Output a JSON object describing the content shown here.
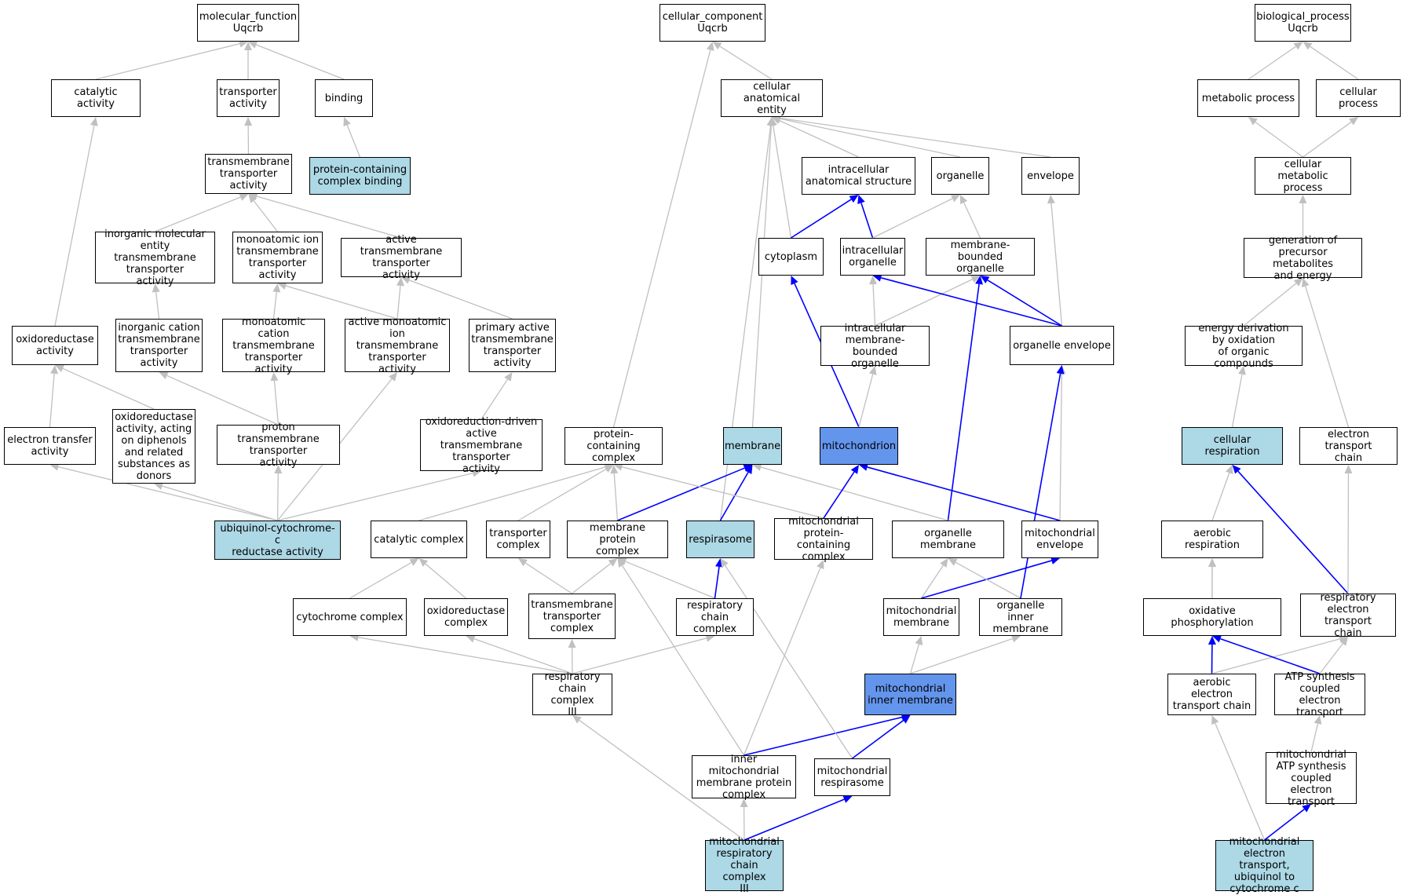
{
  "colors": {
    "edge_gray": "#c0c0c0",
    "edge_blue": "#0000ff",
    "node_light": "#add8e6",
    "node_blue": "#6495ed"
  },
  "nodes": {
    "mf_root": {
      "label": "molecular_function\nUqcrb",
      "style": "plain"
    },
    "cc_root": {
      "label": "cellular_component\nUqcrb",
      "style": "plain"
    },
    "bp_root": {
      "label": "biological_process\nUqcrb",
      "style": "plain"
    },
    "catalytic_activity": {
      "label": "catalytic activity",
      "style": "plain"
    },
    "transporter_activity": {
      "label": "transporter\nactivity",
      "style": "plain"
    },
    "binding": {
      "label": "binding",
      "style": "plain"
    },
    "cellular_anatomical_entity": {
      "label": "cellular anatomical\nentity",
      "style": "plain"
    },
    "metabolic_process": {
      "label": "metabolic process",
      "style": "plain"
    },
    "cellular_process": {
      "label": "cellular process",
      "style": "plain"
    },
    "transmembrane_transporter_activity": {
      "label": "transmembrane\ntransporter\nactivity",
      "style": "plain"
    },
    "protein_containing_complex_binding": {
      "label": "protein-containing\ncomplex binding",
      "style": "light"
    },
    "intracellular_anatomical_structure": {
      "label": "intracellular\nanatomical structure",
      "style": "plain"
    },
    "organelle": {
      "label": "organelle",
      "style": "plain"
    },
    "envelope": {
      "label": "envelope",
      "style": "plain"
    },
    "cellular_metabolic_process": {
      "label": "cellular metabolic\nprocess",
      "style": "plain"
    },
    "inorganic_molecular_entity_tta": {
      "label": "inorganic molecular\nentity transmembrane\ntransporter\nactivity",
      "style": "plain"
    },
    "monoatomic_ion_tta": {
      "label": "monoatomic ion\ntransmembrane\ntransporter\nactivity",
      "style": "plain"
    },
    "active_tta": {
      "label": "active transmembrane\ntransporter\nactivity",
      "style": "plain"
    },
    "cytoplasm": {
      "label": "cytoplasm",
      "style": "plain"
    },
    "intracellular_organelle": {
      "label": "intracellular\norganelle",
      "style": "plain"
    },
    "membrane_bounded_organelle": {
      "label": "membrane-bounded\norganelle",
      "style": "plain"
    },
    "generation_of_precursor_metabolites": {
      "label": "generation of\nprecursor metabolites\nand energy",
      "style": "plain"
    },
    "oxidoreductase_activity": {
      "label": "oxidoreductase\nactivity",
      "style": "plain"
    },
    "inorganic_cation_tta": {
      "label": "inorganic cation\ntransmembrane\ntransporter\nactivity",
      "style": "plain"
    },
    "monoatomic_cation_tta": {
      "label": "monoatomic cation\ntransmembrane\ntransporter\nactivity",
      "style": "plain"
    },
    "active_monoatomic_ion_tta": {
      "label": "active monoatomic\nion transmembrane\ntransporter\nactivity",
      "style": "plain"
    },
    "primary_active_tta": {
      "label": "primary active\ntransmembrane\ntransporter\nactivity",
      "style": "plain"
    },
    "intracellular_membrane_bounded_organelle": {
      "label": "intracellular\nmembrane-bounded\norganelle",
      "style": "plain"
    },
    "organelle_envelope": {
      "label": "organelle envelope",
      "style": "plain"
    },
    "energy_derivation_by_oxidation": {
      "label": "energy derivation\nby oxidation\nof organic compounds",
      "style": "plain"
    },
    "electron_transfer_activity": {
      "label": "electron transfer\nactivity",
      "style": "plain"
    },
    "oxidoreductase_activity_diphenols": {
      "label": "oxidoreductase\nactivity, acting\non diphenols\nand related\nsubstances as\ndonors",
      "style": "plain"
    },
    "proton_tta": {
      "label": "proton transmembrane\ntransporter\nactivity",
      "style": "plain"
    },
    "oxidoreduction_driven_active_tta": {
      "label": "oxidoreduction-driven\nactive transmembrane\ntransporter\nactivity",
      "style": "plain"
    },
    "protein_containing_complex": {
      "label": "protein-containing\ncomplex",
      "style": "plain"
    },
    "membrane": {
      "label": "membrane",
      "style": "light"
    },
    "mitochondrion": {
      "label": "mitochondrion",
      "style": "blue"
    },
    "cellular_respiration": {
      "label": "cellular respiration",
      "style": "light"
    },
    "electron_transport_chain": {
      "label": "electron transport\nchain",
      "style": "plain"
    },
    "ubiquinol_cytochrome_c_reductase_activity": {
      "label": "ubiquinol-cytochrome-c\nreductase activity",
      "style": "light"
    },
    "catalytic_complex": {
      "label": "catalytic complex",
      "style": "plain"
    },
    "transporter_complex": {
      "label": "transporter\ncomplex",
      "style": "plain"
    },
    "membrane_protein_complex": {
      "label": "membrane protein\ncomplex",
      "style": "plain"
    },
    "respirasome": {
      "label": "respirasome",
      "style": "light"
    },
    "mitochondrial_protein_containing_complex": {
      "label": "mitochondrial\nprotein-containing\ncomplex",
      "style": "plain"
    },
    "organelle_membrane": {
      "label": "organelle membrane",
      "style": "plain"
    },
    "mitochondrial_envelope": {
      "label": "mitochondrial\nenvelope",
      "style": "plain"
    },
    "aerobic_respiration": {
      "label": "aerobic respiration",
      "style": "plain"
    },
    "cytochrome_complex": {
      "label": "cytochrome complex",
      "style": "plain"
    },
    "oxidoreductase_complex": {
      "label": "oxidoreductase\ncomplex",
      "style": "plain"
    },
    "transmembrane_transporter_complex": {
      "label": "transmembrane\ntransporter\ncomplex",
      "style": "plain"
    },
    "respiratory_chain_complex": {
      "label": "respiratory\nchain complex",
      "style": "plain"
    },
    "mitochondrial_membrane": {
      "label": "mitochondrial\nmembrane",
      "style": "plain"
    },
    "organelle_inner_membrane": {
      "label": "organelle inner\nmembrane",
      "style": "plain"
    },
    "oxidative_phosphorylation": {
      "label": "oxidative phosphorylation",
      "style": "plain"
    },
    "respiratory_electron_transport_chain": {
      "label": "respiratory\nelectron transport\nchain",
      "style": "plain"
    },
    "respiratory_chain_complex_iii": {
      "label": "respiratory\nchain complex\nIII",
      "style": "plain"
    },
    "mitochondrial_inner_membrane": {
      "label": "mitochondrial\ninner membrane",
      "style": "blue"
    },
    "aerobic_electron_transport_chain": {
      "label": "aerobic electron\ntransport chain",
      "style": "plain"
    },
    "atp_synthesis_coupled_electron_transport": {
      "label": "ATP synthesis\ncoupled electron\ntransport",
      "style": "plain"
    },
    "inner_mitochondrial_membrane_protein_complex": {
      "label": "inner mitochondrial\nmembrane protein\ncomplex",
      "style": "plain"
    },
    "mitochondrial_respirasome": {
      "label": "mitochondrial\nrespirasome",
      "style": "plain"
    },
    "mitochondrial_atp_synthesis_coupled_et": {
      "label": "mitochondrial\nATP synthesis\ncoupled electron\ntransport",
      "style": "plain"
    },
    "mitochondrial_respiratory_chain_complex_iii": {
      "label": "mitochondrial\nrespiratory\nchain complex\nIII",
      "style": "light"
    },
    "mitochondrial_electron_transport_ubiquinol": {
      "label": "mitochondrial\nelectron transport,\nubiquinol to\ncytochrome c",
      "style": "light"
    }
  },
  "edges": [
    {
      "from": "catalytic_activity",
      "to": "mf_root",
      "color": "gray"
    },
    {
      "from": "transporter_activity",
      "to": "mf_root",
      "color": "gray"
    },
    {
      "from": "binding",
      "to": "mf_root",
      "color": "gray"
    },
    {
      "from": "transmembrane_transporter_activity",
      "to": "transporter_activity",
      "color": "gray"
    },
    {
      "from": "protein_containing_complex_binding",
      "to": "binding",
      "color": "gray"
    },
    {
      "from": "inorganic_molecular_entity_tta",
      "to": "transmembrane_transporter_activity",
      "color": "gray"
    },
    {
      "from": "monoatomic_ion_tta",
      "to": "transmembrane_transporter_activity",
      "color": "gray"
    },
    {
      "from": "active_tta",
      "to": "transmembrane_transporter_activity",
      "color": "gray"
    },
    {
      "from": "inorganic_cation_tta",
      "to": "inorganic_molecular_entity_tta",
      "color": "gray"
    },
    {
      "from": "monoatomic_cation_tta",
      "to": "monoatomic_ion_tta",
      "color": "gray"
    },
    {
      "from": "active_monoatomic_ion_tta",
      "to": "monoatomic_ion_tta",
      "color": "gray"
    },
    {
      "from": "active_monoatomic_ion_tta",
      "to": "active_tta",
      "color": "gray"
    },
    {
      "from": "primary_active_tta",
      "to": "active_tta",
      "color": "gray"
    },
    {
      "from": "oxidoreductase_activity",
      "to": "catalytic_activity",
      "color": "gray"
    },
    {
      "from": "electron_transfer_activity",
      "to": "oxidoreductase_activity",
      "color": "gray"
    },
    {
      "from": "oxidoreductase_activity_diphenols",
      "to": "oxidoreductase_activity",
      "color": "gray"
    },
    {
      "from": "proton_tta",
      "to": "inorganic_cation_tta",
      "color": "gray"
    },
    {
      "from": "proton_tta",
      "to": "monoatomic_cation_tta",
      "color": "gray"
    },
    {
      "from": "oxidoreduction_driven_active_tta",
      "to": "primary_active_tta",
      "color": "gray"
    },
    {
      "from": "ubiquinol_cytochrome_c_reductase_activity",
      "to": "electron_transfer_activity",
      "color": "gray"
    },
    {
      "from": "ubiquinol_cytochrome_c_reductase_activity",
      "to": "oxidoreductase_activity_diphenols",
      "color": "gray"
    },
    {
      "from": "ubiquinol_cytochrome_c_reductase_activity",
      "to": "proton_tta",
      "color": "gray"
    },
    {
      "from": "ubiquinol_cytochrome_c_reductase_activity",
      "to": "active_monoatomic_ion_tta",
      "color": "gray"
    },
    {
      "from": "ubiquinol_cytochrome_c_reductase_activity",
      "to": "oxidoreduction_driven_active_tta",
      "color": "gray"
    },
    {
      "from": "cellular_anatomical_entity",
      "to": "cc_root",
      "color": "gray"
    },
    {
      "from": "protein_containing_complex",
      "to": "cc_root",
      "color": "gray"
    },
    {
      "from": "intracellular_anatomical_structure",
      "to": "cellular_anatomical_entity",
      "color": "gray"
    },
    {
      "from": "organelle",
      "to": "cellular_anatomical_entity",
      "color": "gray"
    },
    {
      "from": "envelope",
      "to": "cellular_anatomical_entity",
      "color": "gray"
    },
    {
      "from": "cytoplasm",
      "to": "cellular_anatomical_entity",
      "color": "gray"
    },
    {
      "from": "membrane",
      "to": "cellular_anatomical_entity",
      "color": "gray"
    },
    {
      "from": "respirasome",
      "to": "cellular_anatomical_entity",
      "color": "gray"
    },
    {
      "from": "cytoplasm",
      "to": "intracellular_anatomical_structure",
      "color": "blue"
    },
    {
      "from": "intracellular_organelle",
      "to": "intracellular_anatomical_structure",
      "color": "blue"
    },
    {
      "from": "intracellular_organelle",
      "to": "organelle",
      "color": "gray"
    },
    {
      "from": "membrane_bounded_organelle",
      "to": "organelle",
      "color": "gray"
    },
    {
      "from": "intracellular_membrane_bounded_organelle",
      "to": "intracellular_organelle",
      "color": "gray"
    },
    {
      "from": "intracellular_membrane_bounded_organelle",
      "to": "membrane_bounded_organelle",
      "color": "gray"
    },
    {
      "from": "organelle_envelope",
      "to": "envelope",
      "color": "gray"
    },
    {
      "from": "organelle_envelope",
      "to": "intracellular_organelle",
      "color": "blue"
    },
    {
      "from": "organelle_envelope",
      "to": "membrane_bounded_organelle",
      "color": "blue"
    },
    {
      "from": "mitochondrion",
      "to": "cytoplasm",
      "color": "blue"
    },
    {
      "from": "mitochondrion",
      "to": "intracellular_membrane_bounded_organelle",
      "color": "gray"
    },
    {
      "from": "organelle_membrane",
      "to": "membrane_bounded_organelle",
      "color": "blue"
    },
    {
      "from": "organelle_membrane",
      "to": "membrane",
      "color": "gray"
    },
    {
      "from": "mitochondrial_envelope",
      "to": "organelle_envelope",
      "color": "gray"
    },
    {
      "from": "mitochondrial_envelope",
      "to": "mitochondrion",
      "color": "blue"
    },
    {
      "from": "catalytic_complex",
      "to": "protein_containing_complex",
      "color": "gray"
    },
    {
      "from": "transporter_complex",
      "to": "protein_containing_complex",
      "color": "gray"
    },
    {
      "from": "membrane_protein_complex",
      "to": "protein_containing_complex",
      "color": "gray"
    },
    {
      "from": "membrane_protein_complex",
      "to": "membrane",
      "color": "blue"
    },
    {
      "from": "respirasome",
      "to": "membrane",
      "color": "blue"
    },
    {
      "from": "mitochondrial_protein_containing_complex",
      "to": "protein_containing_complex",
      "color": "gray"
    },
    {
      "from": "mitochondrial_protein_containing_complex",
      "to": "mitochondrion",
      "color": "blue"
    },
    {
      "from": "cytochrome_complex",
      "to": "catalytic_complex",
      "color": "gray"
    },
    {
      "from": "oxidoreductase_complex",
      "to": "catalytic_complex",
      "color": "gray"
    },
    {
      "from": "transmembrane_transporter_complex",
      "to": "transporter_complex",
      "color": "gray"
    },
    {
      "from": "transmembrane_transporter_complex",
      "to": "membrane_protein_complex",
      "color": "gray"
    },
    {
      "from": "respiratory_chain_complex",
      "to": "membrane_protein_complex",
      "color": "gray"
    },
    {
      "from": "respiratory_chain_complex",
      "to": "respirasome",
      "color": "blue"
    },
    {
      "from": "mitochondrial_membrane",
      "to": "organelle_membrane",
      "color": "gray"
    },
    {
      "from": "mitochondrial_membrane",
      "to": "mitochondrial_envelope",
      "color": "blue"
    },
    {
      "from": "organelle_inner_membrane",
      "to": "organelle_membrane",
      "color": "gray"
    },
    {
      "from": "organelle_inner_membrane",
      "to": "organelle_envelope",
      "color": "blue"
    },
    {
      "from": "respiratory_chain_complex_iii",
      "to": "cytochrome_complex",
      "color": "gray"
    },
    {
      "from": "respiratory_chain_complex_iii",
      "to": "oxidoreductase_complex",
      "color": "gray"
    },
    {
      "from": "respiratory_chain_complex_iii",
      "to": "transmembrane_transporter_complex",
      "color": "gray"
    },
    {
      "from": "respiratory_chain_complex_iii",
      "to": "respiratory_chain_complex",
      "color": "gray"
    },
    {
      "from": "mitochondrial_inner_membrane",
      "to": "mitochondrial_membrane",
      "color": "gray"
    },
    {
      "from": "mitochondrial_inner_membrane",
      "to": "organelle_inner_membrane",
      "color": "gray"
    },
    {
      "from": "inner_mitochondrial_membrane_protein_complex",
      "to": "membrane_protein_complex",
      "color": "gray"
    },
    {
      "from": "inner_mitochondrial_membrane_protein_complex",
      "to": "mitochondrial_protein_containing_complex",
      "color": "gray"
    },
    {
      "from": "inner_mitochondrial_membrane_protein_complex",
      "to": "mitochondrial_inner_membrane",
      "color": "blue"
    },
    {
      "from": "mitochondrial_respirasome",
      "to": "respirasome",
      "color": "gray"
    },
    {
      "from": "mitochondrial_respirasome",
      "to": "mitochondrial_inner_membrane",
      "color": "blue"
    },
    {
      "from": "mitochondrial_respiratory_chain_complex_iii",
      "to": "respiratory_chain_complex_iii",
      "color": "gray"
    },
    {
      "from": "mitochondrial_respiratory_chain_complex_iii",
      "to": "inner_mitochondrial_membrane_protein_complex",
      "color": "gray"
    },
    {
      "from": "mitochondrial_respiratory_chain_complex_iii",
      "to": "mitochondrial_respirasome",
      "color": "blue"
    },
    {
      "from": "metabolic_process",
      "to": "bp_root",
      "color": "gray"
    },
    {
      "from": "cellular_process",
      "to": "bp_root",
      "color": "gray"
    },
    {
      "from": "cellular_metabolic_process",
      "to": "metabolic_process",
      "color": "gray"
    },
    {
      "from": "cellular_metabolic_process",
      "to": "cellular_process",
      "color": "gray"
    },
    {
      "from": "generation_of_precursor_metabolites",
      "to": "cellular_metabolic_process",
      "color": "gray"
    },
    {
      "from": "energy_derivation_by_oxidation",
      "to": "generation_of_precursor_metabolites",
      "color": "gray"
    },
    {
      "from": "electron_transport_chain",
      "to": "generation_of_precursor_metabolites",
      "color": "gray"
    },
    {
      "from": "cellular_respiration",
      "to": "energy_derivation_by_oxidation",
      "color": "gray"
    },
    {
      "from": "aerobic_respiration",
      "to": "cellular_respiration",
      "color": "gray"
    },
    {
      "from": "respiratory_electron_transport_chain",
      "to": "cellular_respiration",
      "color": "blue"
    },
    {
      "from": "respiratory_electron_transport_chain",
      "to": "electron_transport_chain",
      "color": "gray"
    },
    {
      "from": "oxidative_phosphorylation",
      "to": "aerobic_respiration",
      "color": "gray"
    },
    {
      "from": "aerobic_electron_transport_chain",
      "to": "aerobic_respiration",
      "color": "gray"
    },
    {
      "from": "aerobic_electron_transport_chain",
      "to": "oxidative_phosphorylation",
      "color": "blue"
    },
    {
      "from": "aerobic_electron_transport_chain",
      "to": "respiratory_electron_transport_chain",
      "color": "gray"
    },
    {
      "from": "atp_synthesis_coupled_electron_transport",
      "to": "oxidative_phosphorylation",
      "color": "blue"
    },
    {
      "from": "atp_synthesis_coupled_electron_transport",
      "to": "respiratory_electron_transport_chain",
      "color": "gray"
    },
    {
      "from": "mitochondrial_atp_synthesis_coupled_et",
      "to": "atp_synthesis_coupled_electron_transport",
      "color": "gray"
    },
    {
      "from": "mitochondrial_electron_transport_ubiquinol",
      "to": "aerobic_electron_transport_chain",
      "color": "gray"
    },
    {
      "from": "mitochondrial_electron_transport_ubiquinol",
      "to": "mitochondrial_atp_synthesis_coupled_et",
      "color": "blue"
    }
  ]
}
